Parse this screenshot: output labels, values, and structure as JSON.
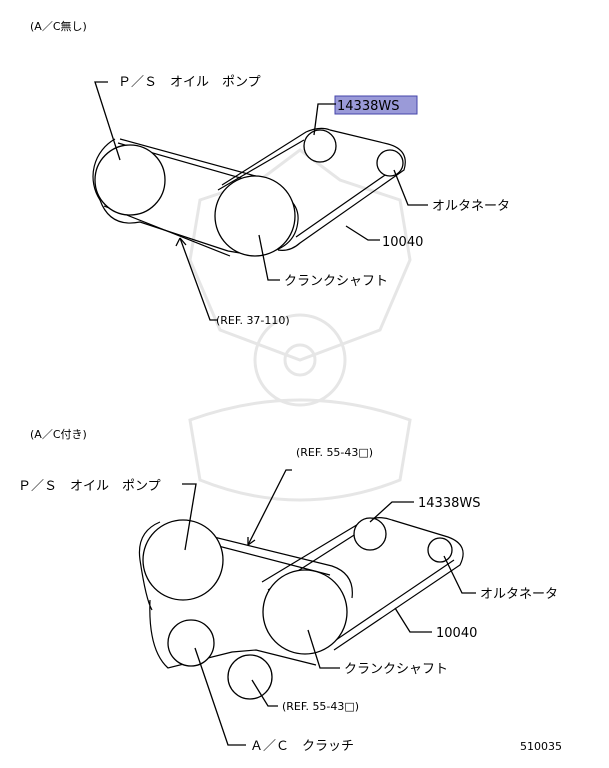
{
  "top": {
    "heading": "(A／C無し)",
    "ps_pump": "Ｐ／Ｓ　オイル　ポンプ",
    "part_14338": "14338WS",
    "alternator": "オルタネータ",
    "belt_10040": "10040",
    "crankshaft": "クランクシャフト",
    "ref": "(REF. 37-110)"
  },
  "bottom": {
    "heading": "(A／C付き)",
    "ref_top": "(REF. 55-43□)",
    "ps_pump": "Ｐ／Ｓ　オイル　ポンプ",
    "part_14338": "14338WS",
    "alternator": "オルタネータ",
    "belt_10040": "10040",
    "crankshaft": "クランクシャフト",
    "ref_bottom": "(REF. 55-43□)",
    "ac_clutch": "Ａ／Ｃ　クラッチ"
  },
  "figure_number": "510035",
  "colors": {
    "highlight": "#9a9ad8"
  }
}
